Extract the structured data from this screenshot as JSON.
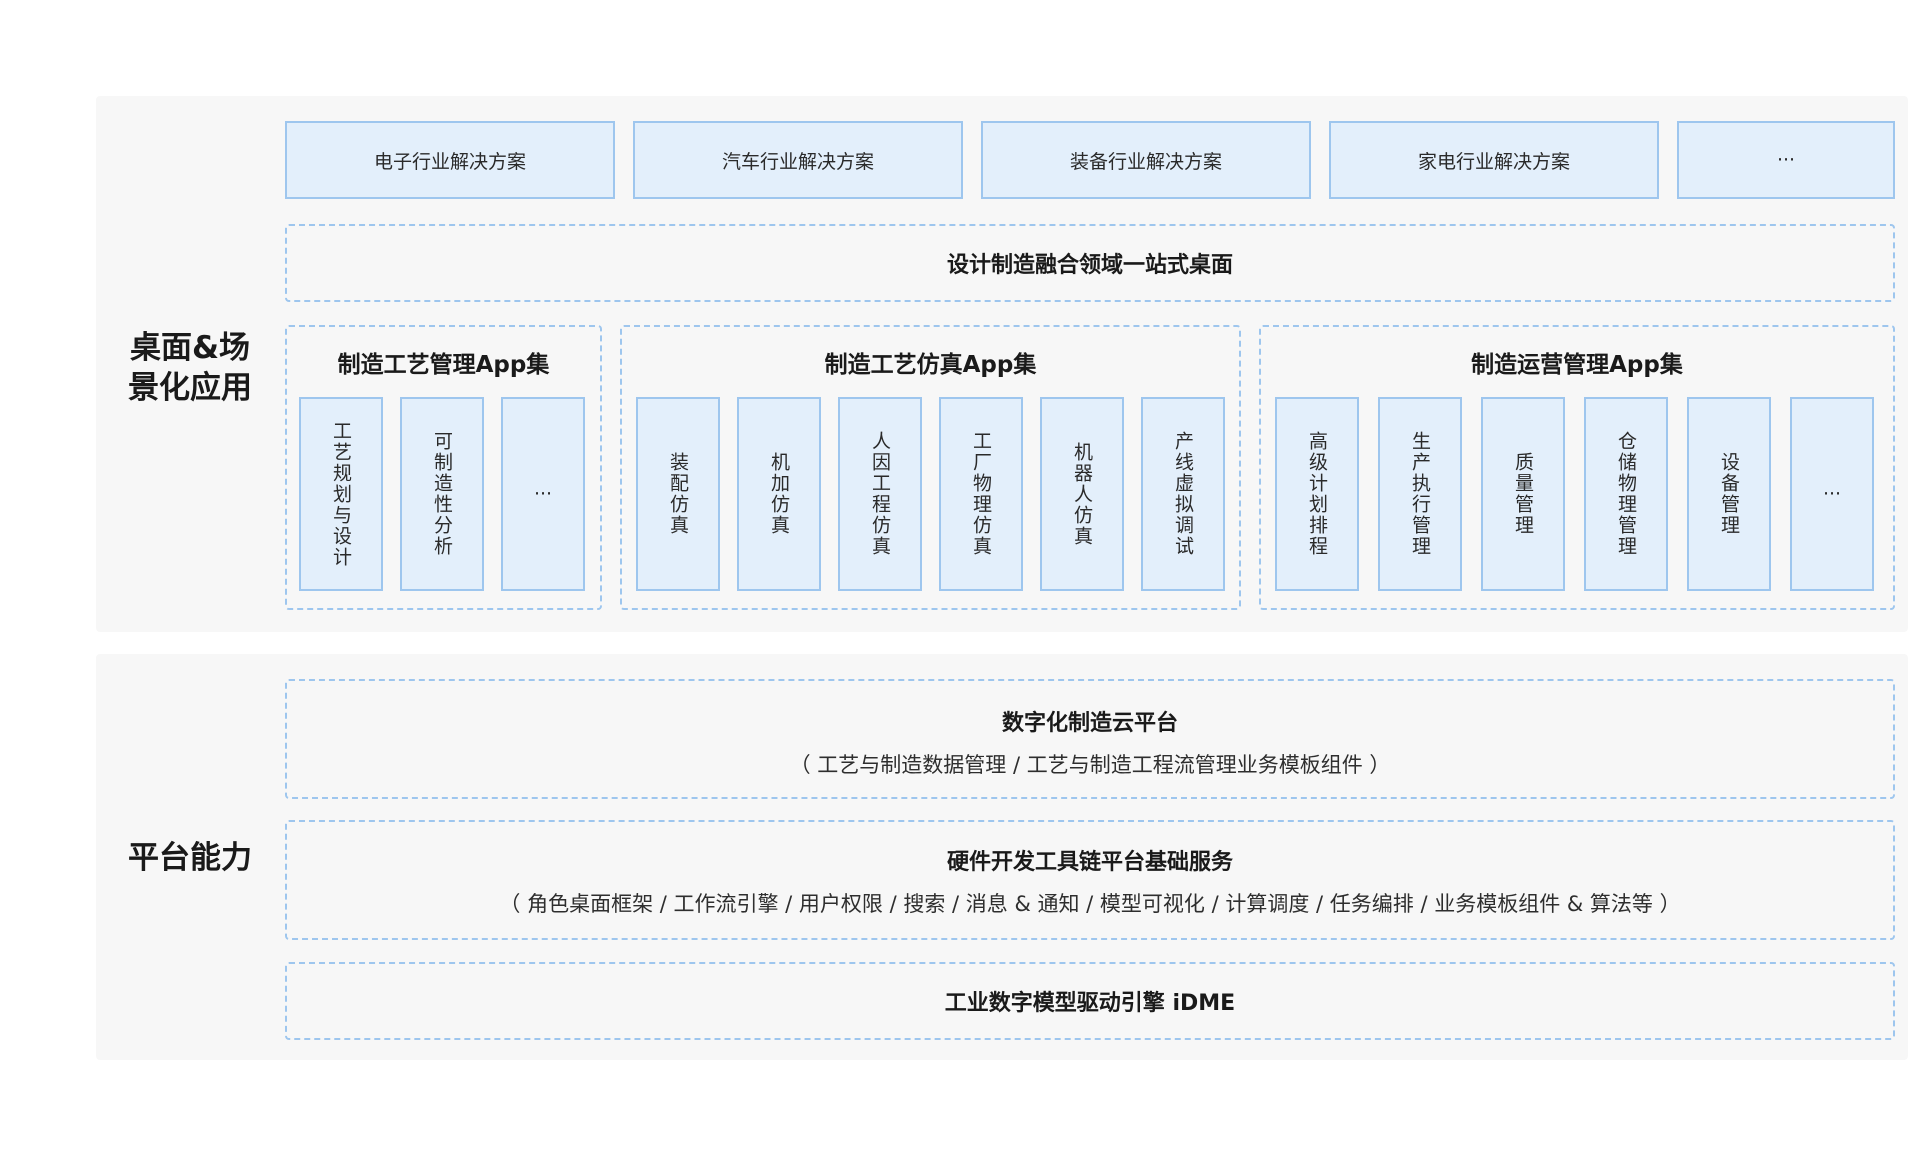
{
  "sections": {
    "scenario": {
      "label": "桌面&场\n景化应用",
      "solutions": [
        "电子行业解决方案",
        "汽车行业解决方案",
        "装备行业解决方案",
        "家电行业解决方案",
        "···"
      ],
      "desktop_title": "设计制造融合领域一站式桌面",
      "groups": [
        {
          "title": "制造工艺管理App集",
          "apps": [
            "工艺规划与设计",
            "可制造性分析",
            "···"
          ]
        },
        {
          "title": "制造工艺仿真App集",
          "apps": [
            "装配仿真",
            "机加仿真",
            "人因工程仿真",
            "工厂物理仿真",
            "机器人仿真",
            "产线虚拟调试"
          ]
        },
        {
          "title": "制造运营管理App集",
          "apps": [
            "高级计划排程",
            "生产执行管理",
            "质量管理",
            "仓储物理管理",
            "设备管理",
            "···"
          ]
        }
      ]
    },
    "platform": {
      "label": "平台能力",
      "cloud": {
        "title": "数字化制造云平台",
        "subtitle": "（ 工艺与制造数据管理 / 工艺与制造工程流管理业务模板组件 ）"
      },
      "toolchain": {
        "title": "硬件开发工具链平台基础服务",
        "subtitle": "（  角色桌面框架 / 工作流引擎 / 用户权限 / 搜索 / 消息 & 通知 / 模型可视化 / 计算调度 / 任务编排 / 业务模板组件 & 算法等 ）"
      },
      "engine": {
        "title": "工业数字模型驱动引擎 iDME"
      }
    }
  },
  "colors": {
    "section_bg": "#f7f7f7",
    "box_fill": "#e3effb",
    "box_border": "#9ec6ee"
  }
}
